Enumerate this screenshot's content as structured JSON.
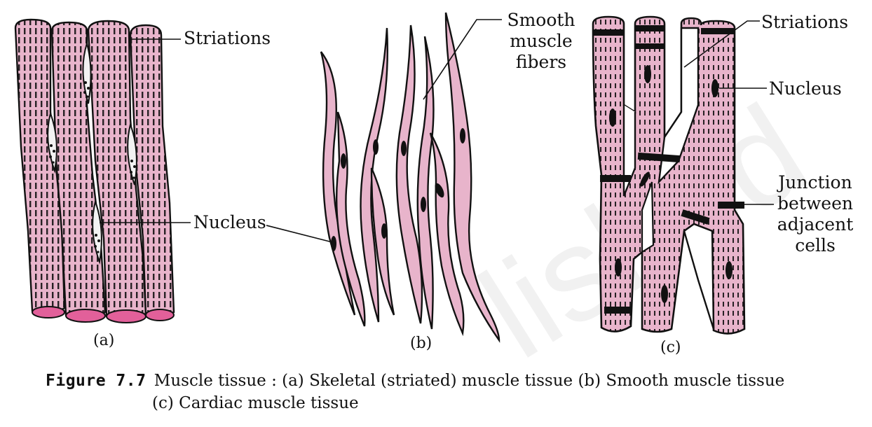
{
  "labels": {
    "a_striations": "Striations",
    "a_nucleus": "Nucleus",
    "b_smooth": [
      "Smooth",
      "muscle",
      "fibers"
    ],
    "c_striations": "Striations",
    "c_nucleus": "Nucleus",
    "c_junction": [
      "Junction",
      "between",
      "adjacent",
      "cells"
    ]
  },
  "panels": {
    "a": "(a)",
    "b": "(b)",
    "c": "(c)"
  },
  "caption": {
    "figure": "Figure 7.7",
    "line1": "Muscle tissue : (a) Skeletal (striated) muscle tissue (b) Smooth muscle tissue",
    "line2": "(c) Cardiac muscle tissue"
  },
  "watermark": "lished",
  "colors": {
    "fiber_fill": "#e8b4cb",
    "fiber_end": "#e2609a",
    "outline": "#111111",
    "band": "#111111"
  }
}
